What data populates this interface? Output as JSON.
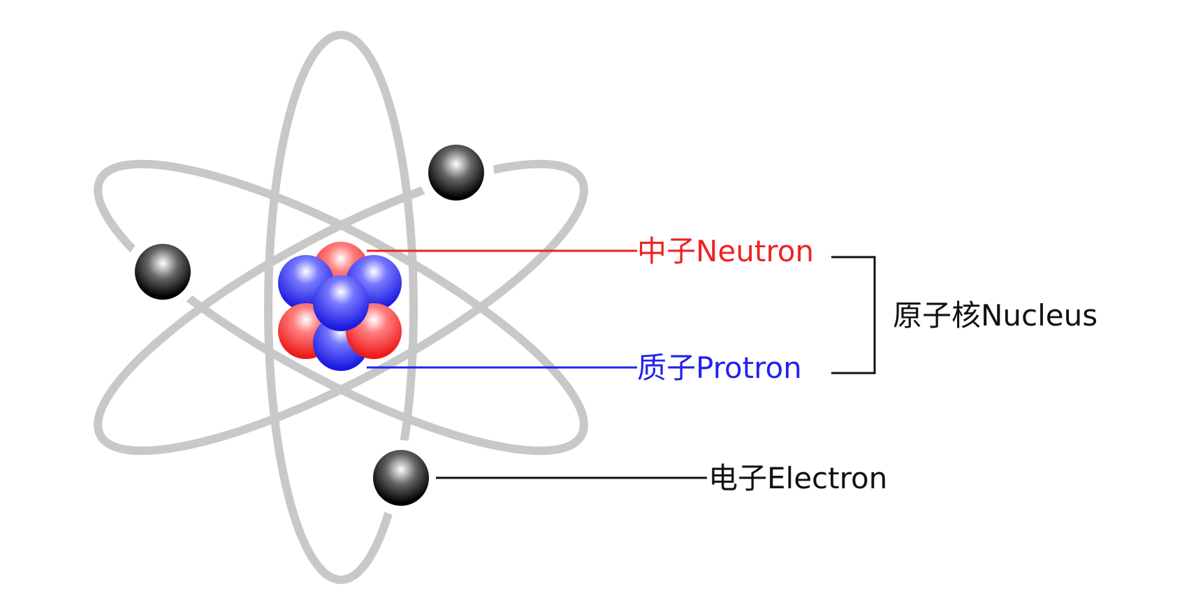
{
  "labels": {
    "neutron": "中子Neutron",
    "proton": "质子Protron",
    "nucleus": "原子核Nucleus",
    "electron": "电子Electron"
  },
  "colors": {
    "orbit": "#c8c8c8",
    "neutron": "#ee2222",
    "proton": "#2222ee",
    "electron": "#111111",
    "leader_neutron": "#ee2222",
    "leader_proton": "#2222ee",
    "leader_dark": "#111111",
    "background": "#ffffff"
  }
}
